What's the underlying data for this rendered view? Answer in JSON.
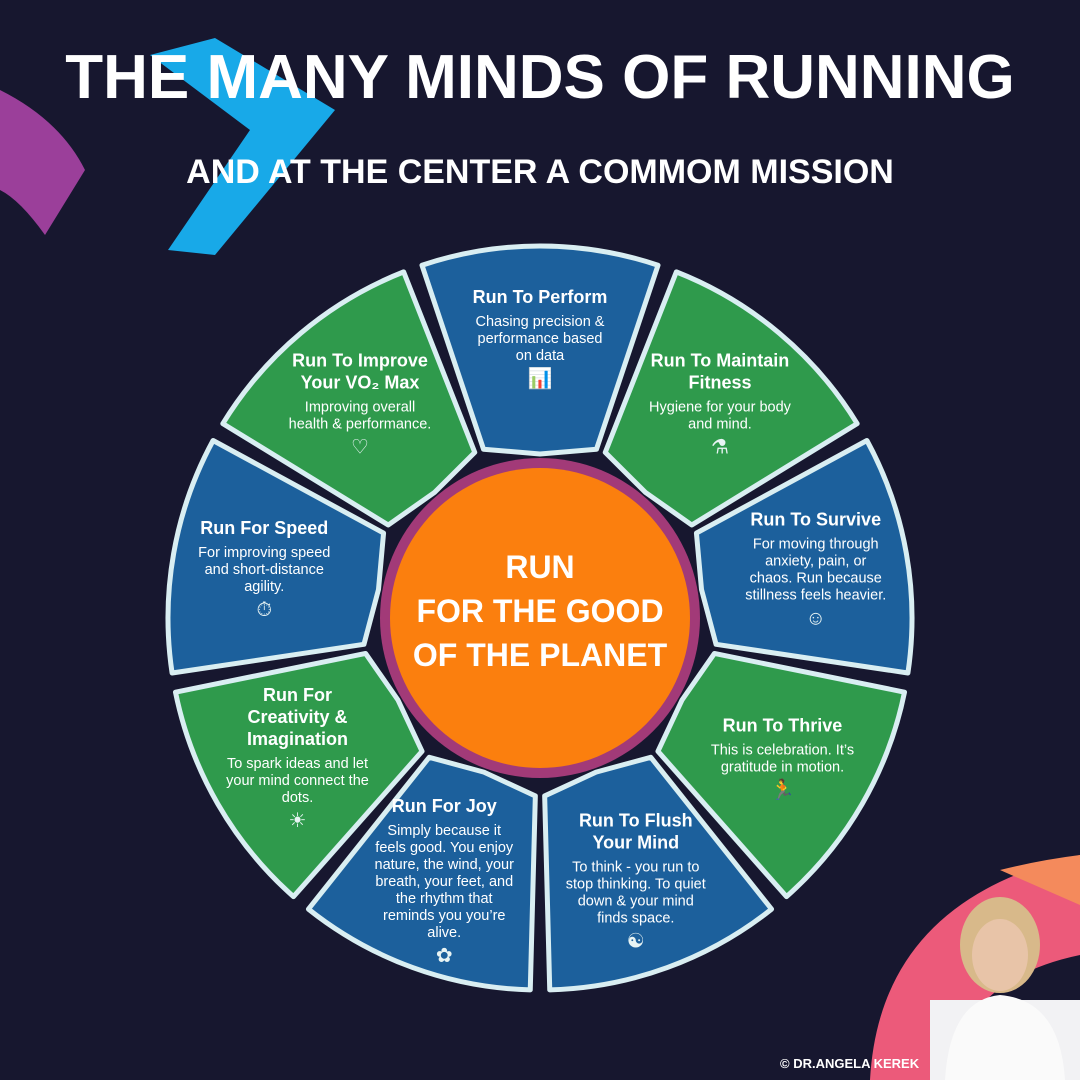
{
  "title": "THE MANY MINDS OF RUNNING",
  "subtitle": "AND AT THE CENTER A COMMOM MISSION",
  "center": {
    "line1": "RUN",
    "line2": "FOR THE GOOD",
    "line3": "OF THE PLANET"
  },
  "colors": {
    "background": "#17172f",
    "blue": "#1c609c",
    "green": "#2f9a4c",
    "center": "#fb7f0e",
    "center_ring": "#a23a78"
  },
  "segments": [
    {
      "title": "Run To Perform",
      "desc": "Chasing precision & performance based on data",
      "icon": "chart-icon",
      "color": "blue"
    },
    {
      "title": "Run To Maintain Fitness",
      "desc": "Hygiene for your body and mind.",
      "icon": "flask-icon",
      "color": "green"
    },
    {
      "title": "Run To Survive",
      "desc": "For moving through anxiety, pain, or chaos. Run because stillness feels heavier.",
      "icon": "person-icon",
      "color": "blue"
    },
    {
      "title": "Run To Thrive",
      "desc": "This is celebration. It’s gratitude in motion.",
      "icon": "runner-icon",
      "color": "green"
    },
    {
      "title": "Run To Flush Your Mind",
      "desc": "To think - you run to stop thinking. To quiet down & your mind finds space.",
      "icon": "meditation-icon",
      "color": "blue"
    },
    {
      "title": "Run For Joy",
      "desc": "Simply because it feels good. You enjoy nature, the wind, your breath, your feet, and the rhythm that reminds you you’re alive.",
      "icon": "plant-icon",
      "color": "blue"
    },
    {
      "title": "Run For Creativity & Imagination",
      "desc": "To spark ideas and let your mind connect the dots.",
      "icon": "lightbulb-icon",
      "color": "green"
    },
    {
      "title": "Run For Speed",
      "desc": "For improving speed and short-distance agility.",
      "icon": "stopwatch-icon",
      "color": "blue"
    },
    {
      "title": "Run To Improve Your VO₂ Max",
      "desc": "Improving overall health & performance.",
      "icon": "heart-icon",
      "color": "green"
    }
  ],
  "copyright": "© DR.ANGELA KEREK"
}
